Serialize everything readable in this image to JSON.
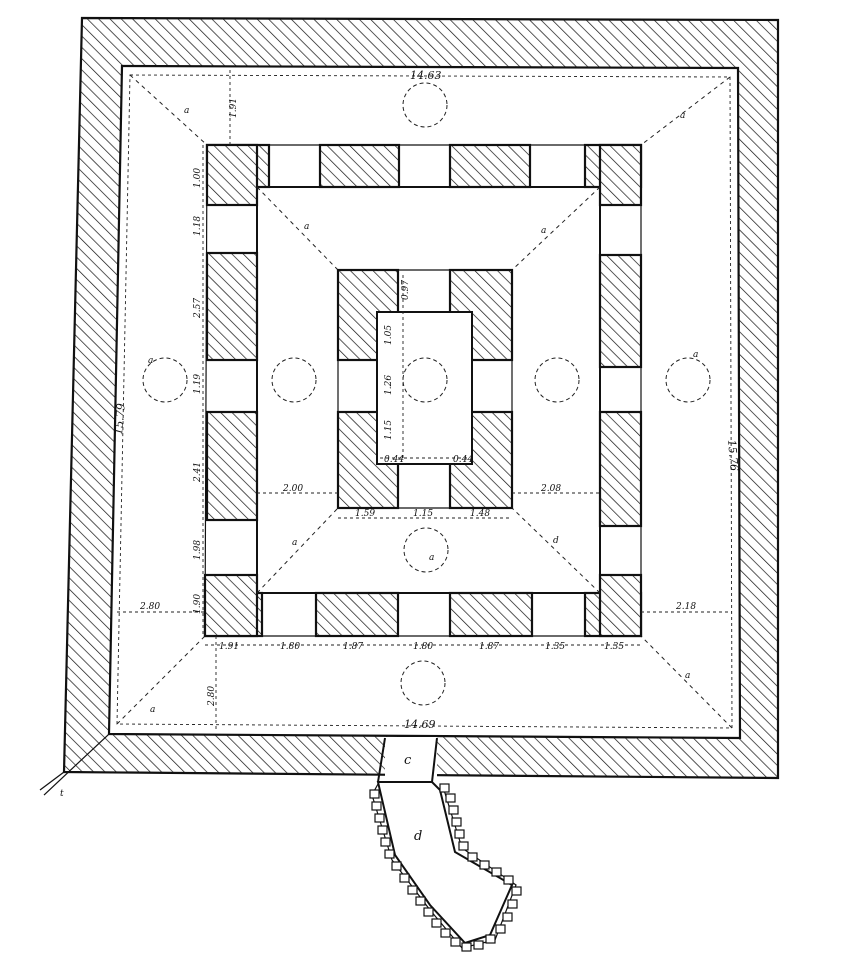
{
  "dimensions": {
    "top_width": "14.63",
    "bottom_width": "14.69",
    "left_height": "15.79",
    "right_height": "15.76",
    "top_margin": "1.91",
    "bottom_margin": "2.80",
    "left_margin": "2.80",
    "right_margin": "2.18",
    "left_column": [
      "1.00",
      "1.18",
      "2.57",
      "1.19",
      "2.41",
      "1.98",
      "1.90"
    ],
    "bottom_row": [
      "1.91",
      "1.80",
      "1.87",
      "1.80",
      "1.87",
      "1.35",
      "1.35"
    ],
    "middle_left": "2.00",
    "middle_right": "2.08",
    "inner_bottom": [
      "1.59",
      "1.15",
      "1.48"
    ],
    "center_column": [
      "0.97",
      "1.05",
      "1.26",
      "1.15"
    ],
    "center_bottom": [
      "0.44",
      "0.44"
    ]
  },
  "letters": {
    "corridor": "c",
    "passage": "d",
    "bottom_left_mark": "t",
    "ridge_labels": [
      "a",
      "a",
      "a",
      "a",
      "a",
      "a",
      "a",
      "d",
      "a",
      "a",
      "a"
    ]
  }
}
